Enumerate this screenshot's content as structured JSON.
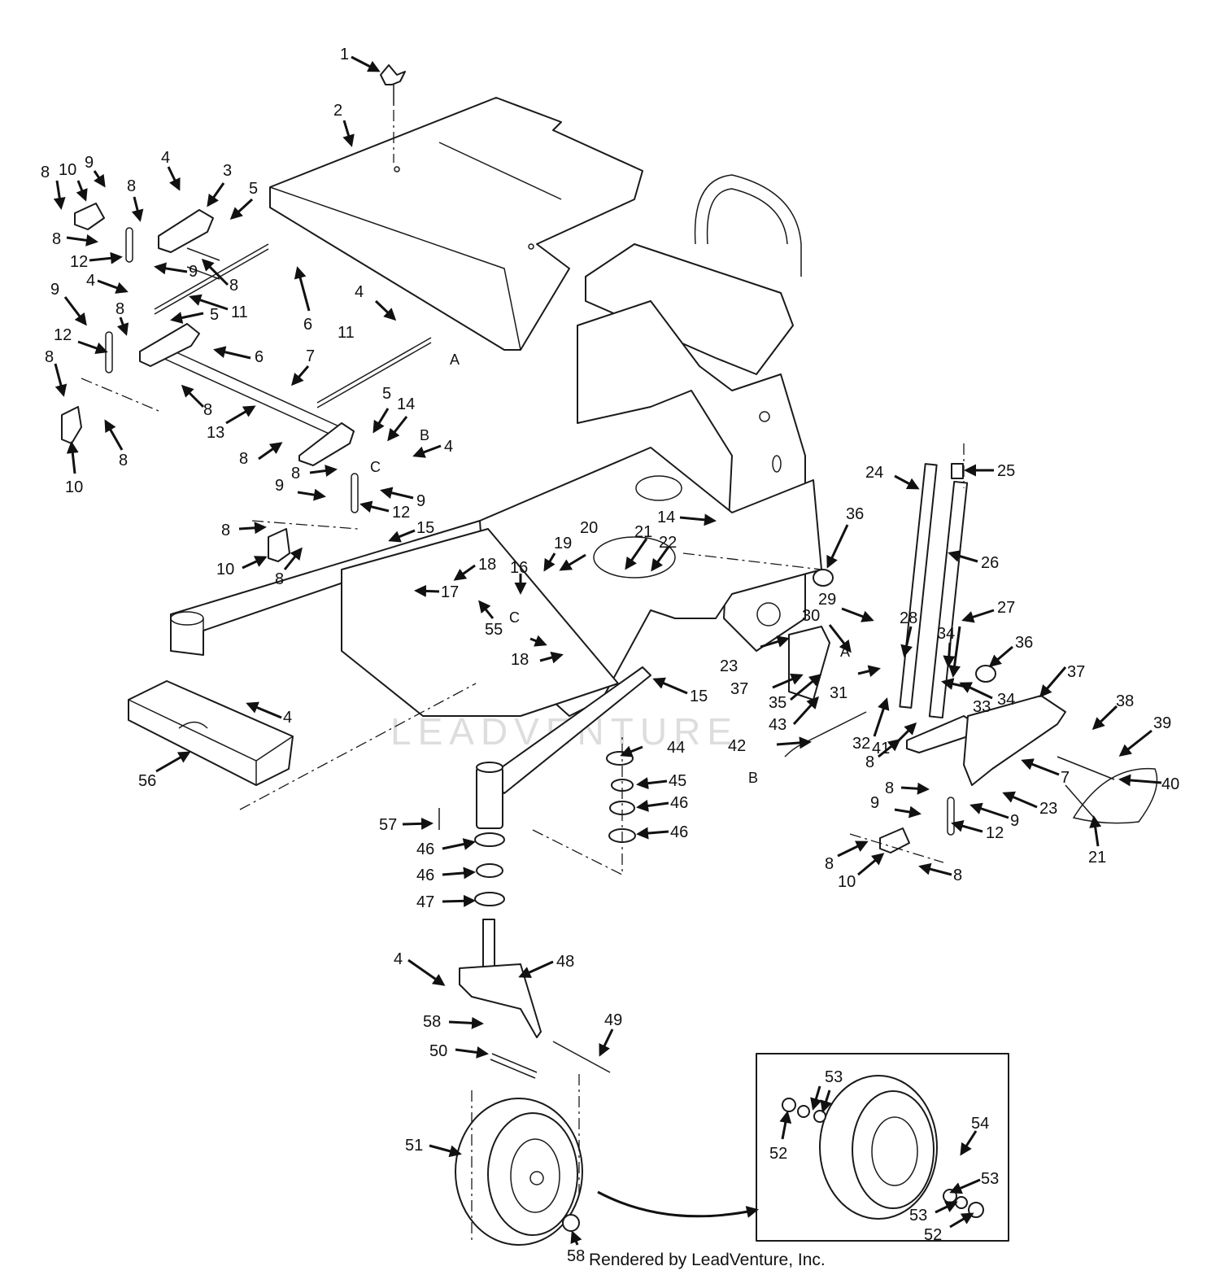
{
  "credit": "Rendered by LeadVenture, Inc.",
  "watermark": "LEADVENTURE",
  "callouts": [
    "1",
    "2",
    "3",
    "4",
    "5",
    "6",
    "7",
    "8",
    "9",
    "10",
    "11",
    "12",
    "13",
    "14",
    "15",
    "16",
    "17",
    "18",
    "19",
    "20",
    "21",
    "22",
    "23",
    "24",
    "25",
    "26",
    "27",
    "28",
    "29",
    "30",
    "31",
    "32",
    "33",
    "34",
    "35",
    "36",
    "37",
    "38",
    "39",
    "40",
    "41",
    "42",
    "43",
    "44",
    "45",
    "46",
    "47",
    "48",
    "49",
    "50",
    "51",
    "52",
    "53",
    "54",
    "55",
    "56",
    "57",
    "58"
  ],
  "reference_letters": [
    "A",
    "B",
    "C"
  ]
}
